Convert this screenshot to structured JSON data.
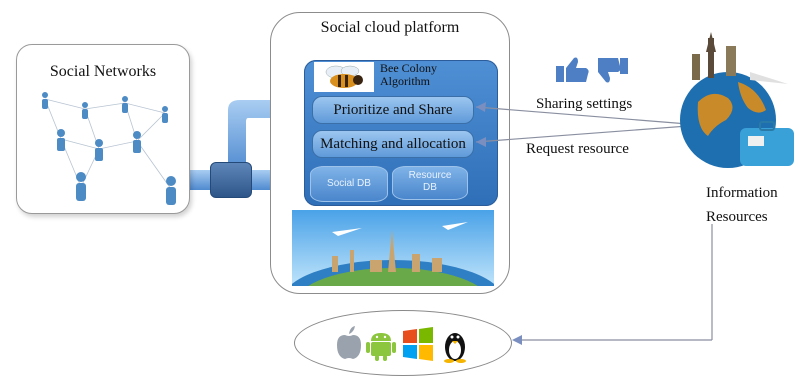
{
  "social_networks": {
    "title": "Social Networks"
  },
  "platform": {
    "title": "Social cloud platform",
    "algorithm_label_line1": "Bee Colony",
    "algorithm_label_line2": "Algorithm",
    "prioritize_label": "Prioritize and Share",
    "matching_label": "Matching and allocation",
    "social_db_label": "Social DB",
    "resource_db_line1": "Resource",
    "resource_db_line2": "DB"
  },
  "edges": {
    "sharing_settings": "Sharing settings",
    "request_resource": "Request resource"
  },
  "information": {
    "line1": "Information",
    "line2": "Resources"
  },
  "devices": {
    "icons": [
      "apple-icon",
      "android-icon",
      "windows-icon",
      "linux-tux-icon"
    ]
  },
  "colors": {
    "panel_blue": "#3a78c2",
    "pill_light": "#9cc6f0",
    "pipe_blue": "#6fa3dc",
    "arrow_gray": "#8a8fa0",
    "connector_blue": "#7a8fc0"
  }
}
